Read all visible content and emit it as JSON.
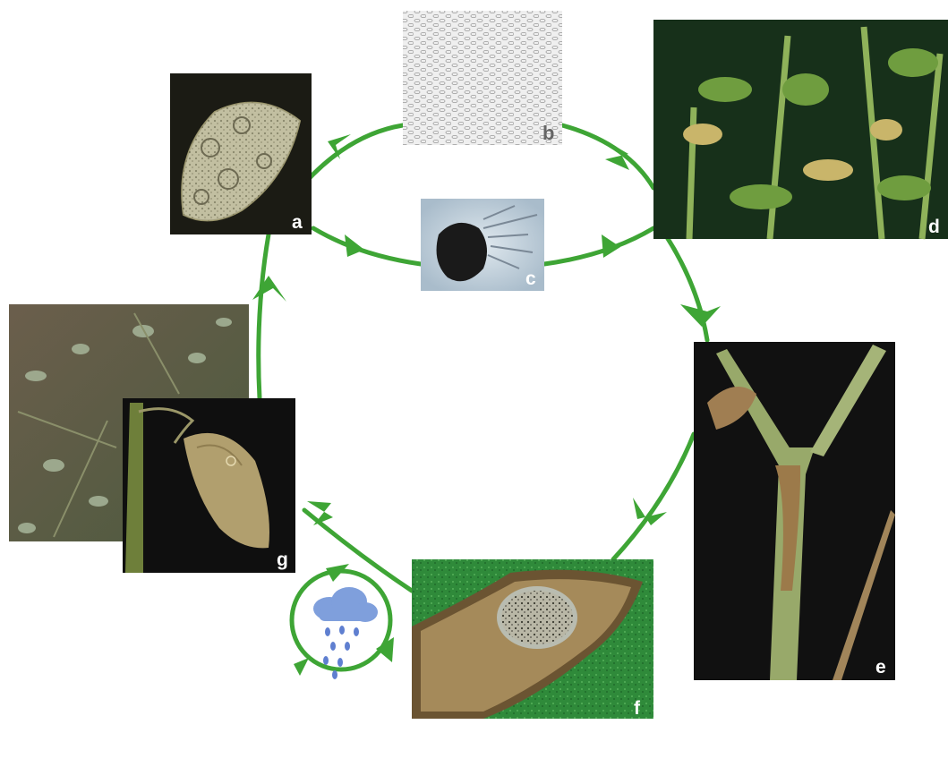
{
  "panels": {
    "a": {
      "label": "a"
    },
    "b": {
      "label": "b"
    },
    "c": {
      "label": "c"
    },
    "d": {
      "label": "d"
    },
    "e": {
      "label": "e"
    },
    "f": {
      "label": "f"
    },
    "g": {
      "label": "g"
    }
  },
  "colors": {
    "arrow": "#3ea535",
    "background": "#ffffff",
    "rain_cloud": "#7f9fdc",
    "rain_drop": "#5f7fd0"
  },
  "icons": [
    "rain-cloud-icon",
    "cycle-arrow-icon"
  ]
}
